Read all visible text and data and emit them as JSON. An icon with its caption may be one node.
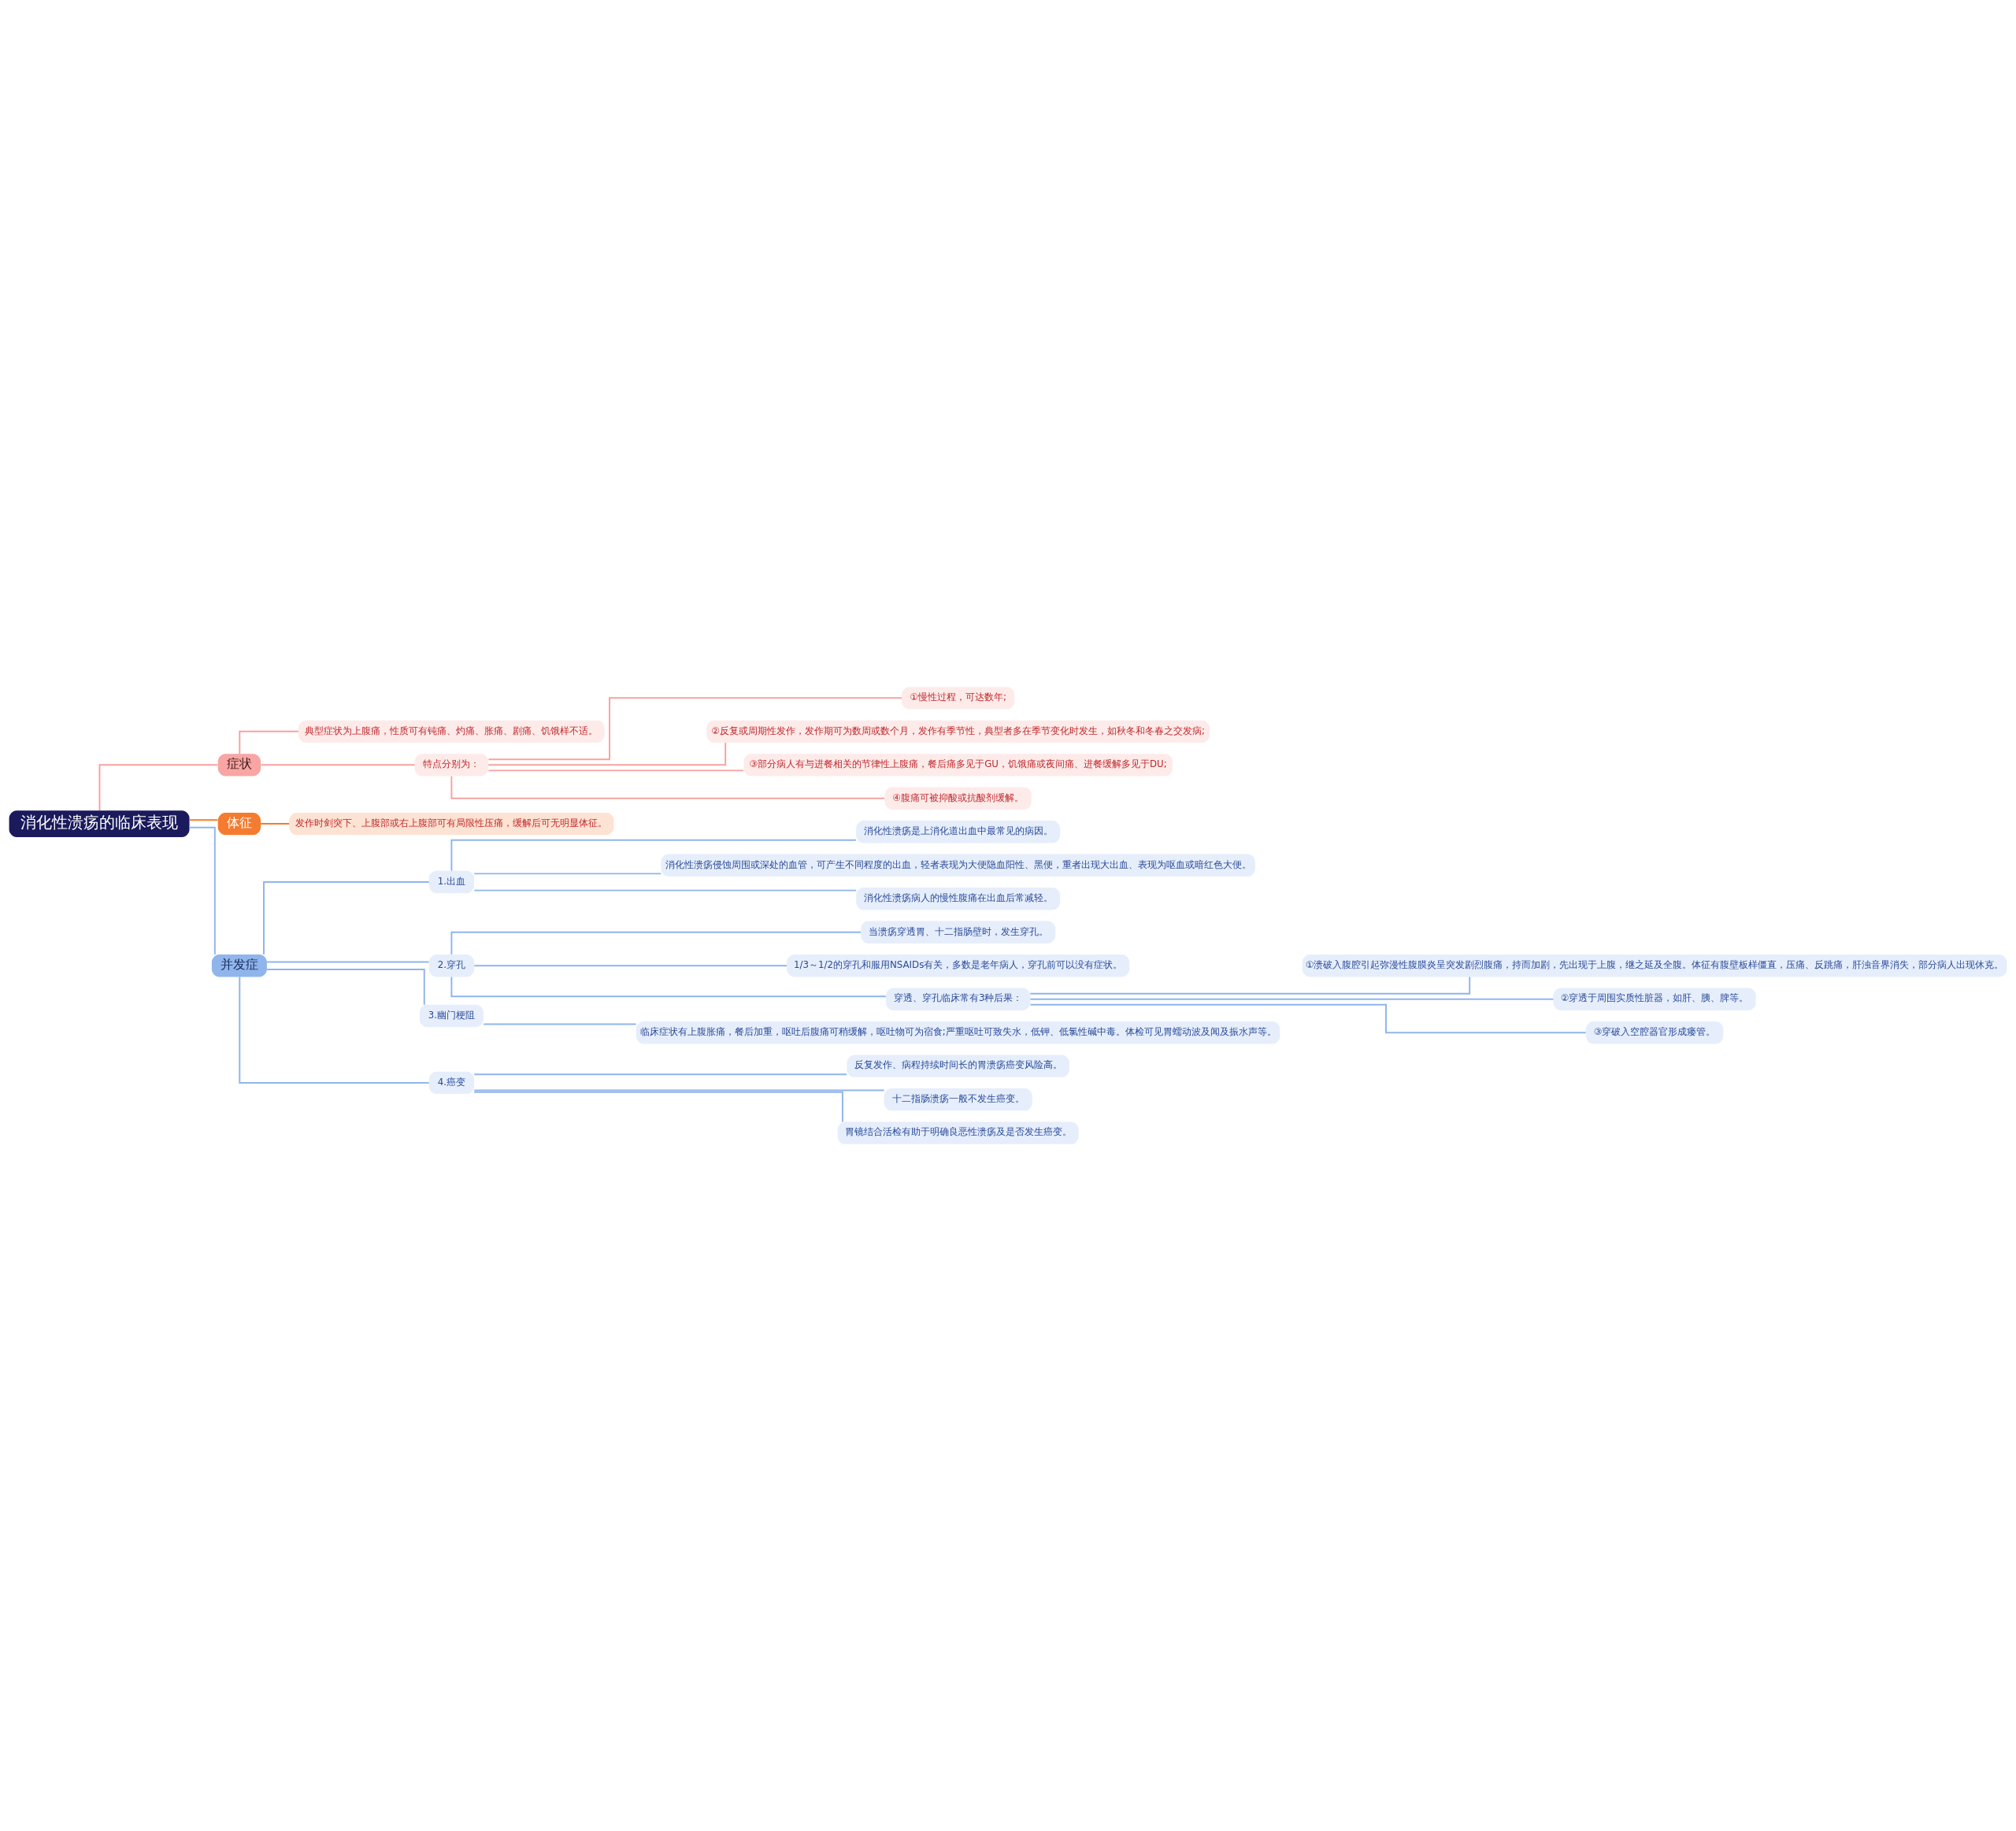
{
  "diagram": {
    "nodes": [
      {
        "text": [
          "消化性溃疡的临床表现"
        ]
      },
      {
        "text": [
          "症状"
        ]
      },
      {
        "text": [
          "典型症状为上腹痛，性质可有钝痛、灼痛、胀痛、剧痛、饥饿样不适。"
        ]
      },
      {
        "text": [
          "特点分别为："
        ]
      },
      {
        "text": [
          "①慢性过程，可达数年;"
        ]
      },
      {
        "text": [
          "②反复或周期性发作，发作期可为数周或数个月，发作有季节性，典型者多在季节变化时发生，如秋冬和冬春之交发病;"
        ]
      },
      {
        "text": [
          "③部分病人有与进餐相关的节律性上腹痛，餐后痛多见于GU，饥饿痛或夜间痛、进餐缓解多见于DU;"
        ]
      },
      {
        "text": [
          "④腹痛可被抑酸或抗酸剂缓解。"
        ]
      },
      {
        "text": [
          "体征"
        ]
      },
      {
        "text": [
          "发作时剑突下、上腹部或右上腹部可有局限性压痛，缓解后可无明显体征。"
        ]
      },
      {
        "text": [
          "并发症"
        ]
      },
      {
        "text": [
          "1.出血"
        ]
      },
      {
        "text": [
          "消化性溃疡是上消化道出血中最常见的病因。"
        ]
      },
      {
        "text": [
          "消化性溃疡侵蚀周围或深处的血管，可产生不同程度的出血，轻者表现为大便隐血阳性、黑便，重者出现大出血、表现为呕血或暗红色大便。"
        ]
      },
      {
        "text": [
          "消化性溃疡病人的慢性腹痛在出血后常减轻。"
        ]
      },
      {
        "text": [
          "2.穿孔"
        ]
      },
      {
        "text": [
          "当溃疡穿透胃、十二指肠壁时，发生穿孔。"
        ]
      },
      {
        "text": [
          "1/3～1/2的穿孔和服用NSAIDs有关，多数是老年病人，穿孔前可以没有症状。"
        ]
      },
      {
        "text": [
          "穿透、穿孔临床常有3种后果："
        ]
      },
      {
        "text": [
          "①溃破入腹腔引起弥漫性腹膜炎呈突发剧烈腹痛，持而加剧，先出现于上腹，继之延及全腹。体征有腹壁板样僵直，压痛、反跳痛，肝浊音界消失，部分病人出现休克。"
        ]
      },
      {
        "text": [
          "②穿透于周围实质性脏器，如肝、胰、脾等。"
        ]
      },
      {
        "text": [
          "③穿破入空腔器官形成瘘管。"
        ]
      },
      {
        "text": [
          "3.幽门梗阻"
        ]
      },
      {
        "text": [
          "临床症状有上腹胀痛，餐后加重，呕吐后腹痛可稍缓解，呕吐物可为宿食;严重呕吐可致失水，低钾、低氯性碱中毒。体检可见胃蠕动波及闻及振水声等。"
        ]
      },
      {
        "text": [
          "4.癌变"
        ]
      },
      {
        "text": [
          "反复发作、病程持续时间长的胃溃疡癌变风险高。"
        ]
      },
      {
        "text": [
          "十二指肠溃疡一般不发生癌变。"
        ]
      },
      {
        "text": [
          "胃镜结合活检有助于明确良恶性溃疡及是否发生癌变。"
        ]
      }
    ],
    "edges": [
      {
        "from": 0,
        "to": 1,
        "arrow": "none",
        "color": "#f5a3a0"
      },
      {
        "from": 1,
        "to": 2,
        "arrow": "none",
        "color": "#f5a3a0"
      },
      {
        "from": 1,
        "to": 3,
        "arrow": "none",
        "color": "#f5a3a0"
      },
      {
        "from": 3,
        "to": 4,
        "arrow": "none",
        "color": "#f5a3a0"
      },
      {
        "from": 3,
        "to": 5,
        "arrow": "none",
        "color": "#f5a3a0"
      },
      {
        "from": 3,
        "to": 6,
        "arrow": "none",
        "color": "#f5a3a0"
      },
      {
        "from": 3,
        "to": 7,
        "arrow": "none",
        "color": "#f5a3a0"
      },
      {
        "from": 0,
        "to": 8,
        "arrow": "none",
        "color": "#f47b2f"
      },
      {
        "from": 8,
        "to": 9,
        "arrow": "none",
        "color": "#f47b2f"
      },
      {
        "from": 0,
        "to": 10,
        "arrow": "none"
      },
      {
        "from": 10,
        "to": 11,
        "arrow": "none"
      },
      {
        "from": 11,
        "to": 12,
        "arrow": "none"
      },
      {
        "from": 11,
        "to": 13,
        "arrow": "none"
      },
      {
        "from": 11,
        "to": 14,
        "arrow": "none"
      },
      {
        "from": 10,
        "to": 15,
        "arrow": "none"
      },
      {
        "from": 15,
        "to": 16,
        "arrow": "none"
      },
      {
        "from": 15,
        "to": 17,
        "arrow": "none"
      },
      {
        "from": 15,
        "to": 18,
        "arrow": "none"
      },
      {
        "from": 18,
        "to": 19,
        "arrow": "none"
      },
      {
        "from": 18,
        "to": 20,
        "arrow": "none"
      },
      {
        "from": 18,
        "to": 21,
        "arrow": "none"
      },
      {
        "from": 10,
        "to": 22,
        "arrow": "none"
      },
      {
        "from": 22,
        "to": 23,
        "arrow": "none"
      },
      {
        "from": 10,
        "to": 24,
        "arrow": "none"
      },
      {
        "from": 24,
        "to": 25,
        "arrow": "none"
      },
      {
        "from": 24,
        "to": 26,
        "arrow": "none"
      },
      {
        "from": 24,
        "to": 27,
        "arrow": "none"
      }
    ]
  }
}
